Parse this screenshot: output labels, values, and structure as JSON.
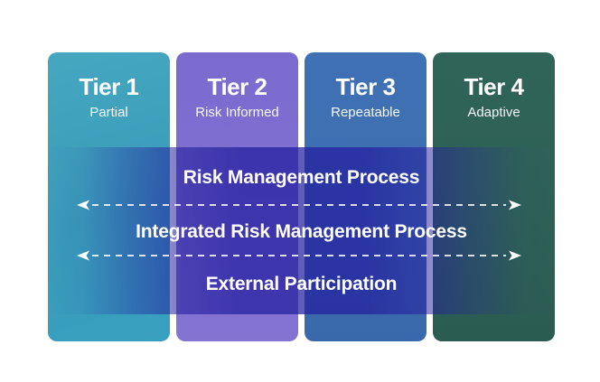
{
  "tiers": [
    {
      "title": "Tier 1",
      "subtitle": "Partial",
      "color": "#3FA0BC"
    },
    {
      "title": "Tier 2",
      "subtitle": "Risk Informed",
      "color": "#8070D0"
    },
    {
      "title": "Tier 3",
      "subtitle": "Repeatable",
      "color": "#3D6EB0"
    },
    {
      "title": "Tier 4",
      "subtitle": "Adaptive",
      "color": "#2E6156"
    }
  ],
  "overlay": {
    "band_color": "#231E9E",
    "labels": [
      "Risk Management Process",
      "Integrated Risk Management Process",
      "External Participation"
    ],
    "arrows": [
      {
        "direction": "bidirectional",
        "style": "dashed",
        "color": "#FFFFFF"
      },
      {
        "direction": "bidirectional",
        "style": "dashed",
        "color": "#FFFFFF"
      }
    ]
  }
}
